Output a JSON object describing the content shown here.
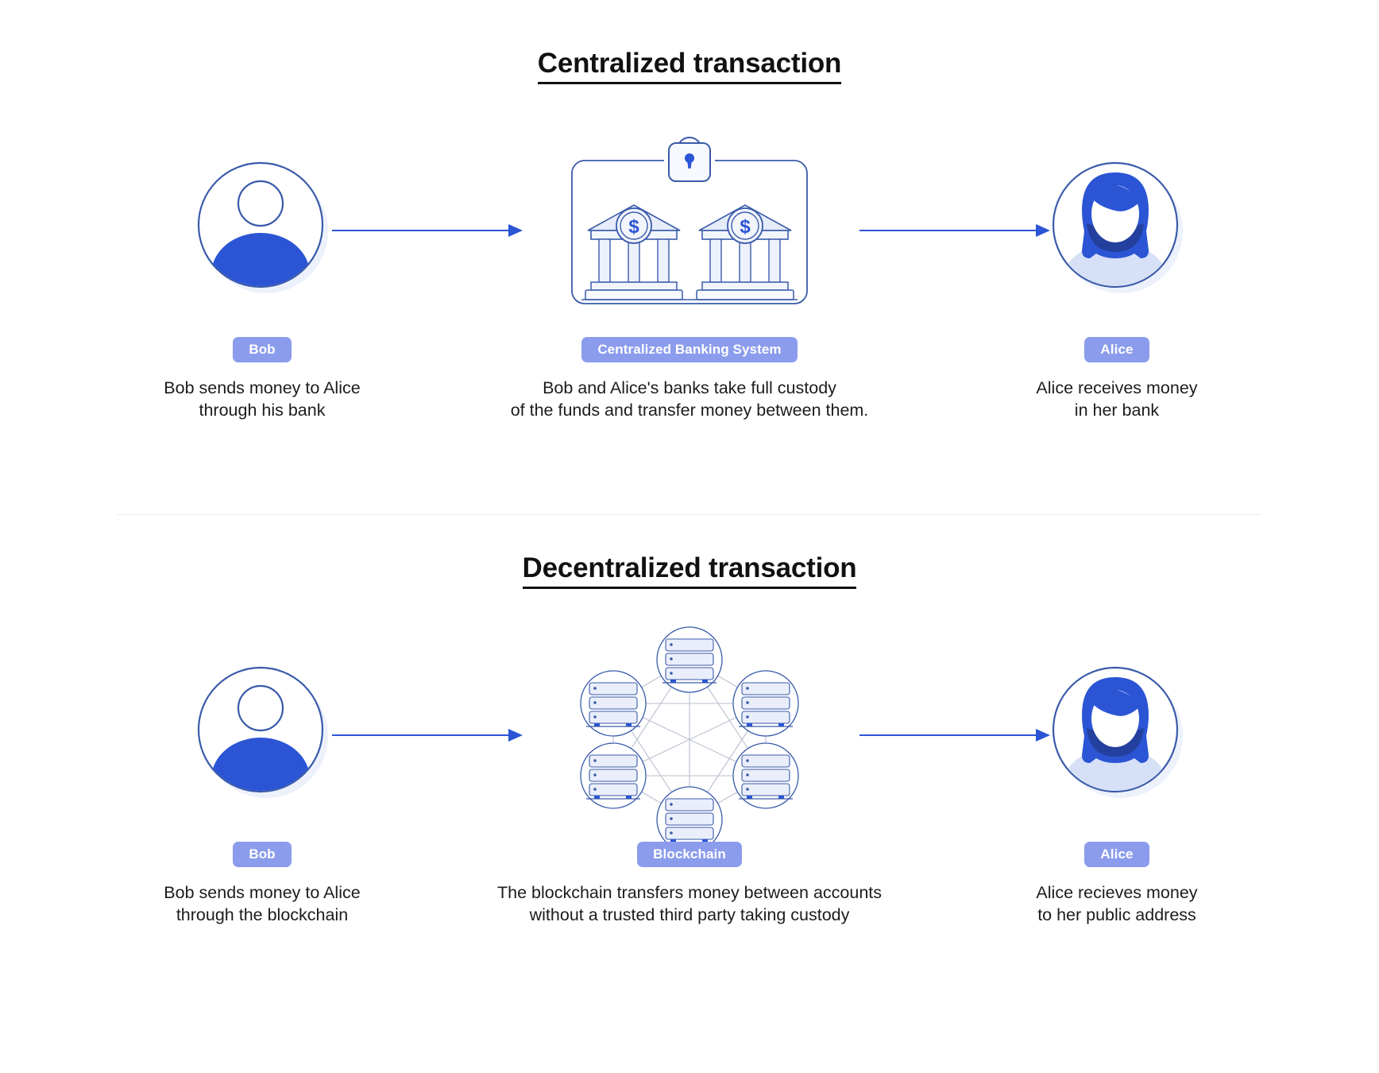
{
  "colors": {
    "accent_blue": "#2B55D4",
    "badge_periwinkle": "#8B9CEC",
    "outline_navy": "#3A5BAA",
    "pale_blue": "#D6E0F7",
    "light_fill": "#EDF1FB",
    "network_line": "#B9BFCE",
    "divider": "#EDEDF0",
    "text_dark": "#1C1C1C"
  },
  "sections": [
    {
      "id": "centralized",
      "title": "Centralized transaction",
      "steps": [
        {
          "id": "bob",
          "icon": "person-avatar-icon",
          "badge": "Bob",
          "caption": "Bob sends money to Alice\nthrough his bank"
        },
        {
          "id": "banks",
          "icon": "banks-with-lock-icon",
          "badge": "Centralized Banking System",
          "caption": "Bob and Alice's banks take full custody\nof the funds and transfer money between them."
        },
        {
          "id": "alice",
          "icon": "woman-avatar-icon",
          "badge": "Alice",
          "caption": "Alice receives money\nin her bank"
        }
      ],
      "arrows": [
        {
          "id": "arrow-bob-to-banks",
          "icon": "arrow-right-icon"
        },
        {
          "id": "arrow-banks-to-alice",
          "icon": "arrow-right-icon"
        }
      ]
    },
    {
      "id": "decentralized",
      "title": "Decentralized transaction",
      "steps": [
        {
          "id": "bob",
          "icon": "person-avatar-icon",
          "badge": "Bob",
          "caption": "Bob sends money to Alice\nthrough the blockchain"
        },
        {
          "id": "blockchain",
          "icon": "server-network-icon",
          "badge": "Blockchain",
          "caption": "The blockchain transfers money between accounts\nwithout a trusted third party taking custody"
        },
        {
          "id": "alice",
          "icon": "woman-avatar-icon",
          "badge": "Alice",
          "caption": "Alice recieves money\nto her public address"
        }
      ],
      "arrows": [
        {
          "id": "arrow-bob-to-blockchain",
          "icon": "arrow-right-icon"
        },
        {
          "id": "arrow-blockchain-to-alice",
          "icon": "arrow-right-icon"
        }
      ]
    }
  ]
}
